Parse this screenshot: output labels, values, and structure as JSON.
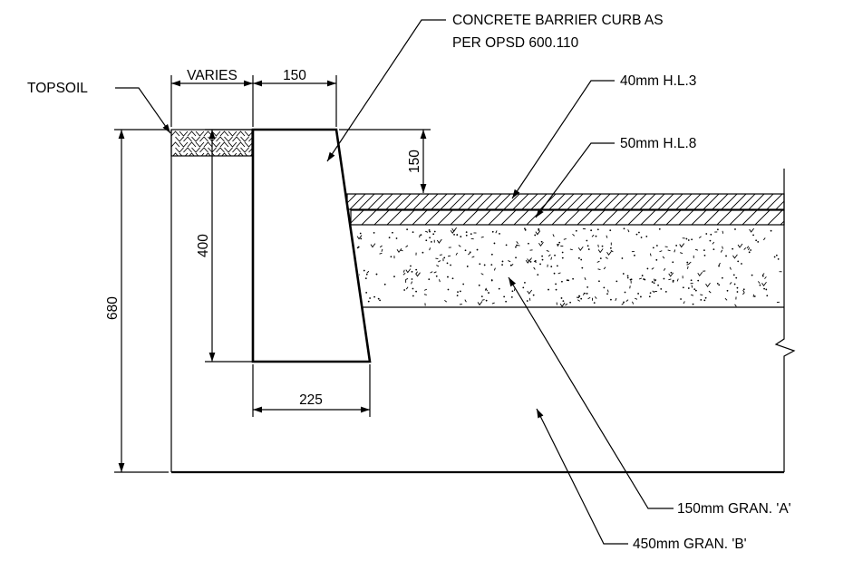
{
  "labels": {
    "curb_line1": "CONCRETE BARRIER CURB AS",
    "curb_line2": "PER OPSD 600.110",
    "topsoil": "TOPSOIL",
    "hl3": "40mm H.L.3",
    "hl8": "50mm H.L.8",
    "gran_a": "150mm GRAN. 'A'",
    "gran_b": "450mm GRAN. 'B'"
  },
  "dimensions": {
    "varies": "VARIES",
    "curb_top_width": "150",
    "reveal": "150",
    "curb_depth": "400",
    "total_depth": "680",
    "curb_base_width": "225"
  }
}
